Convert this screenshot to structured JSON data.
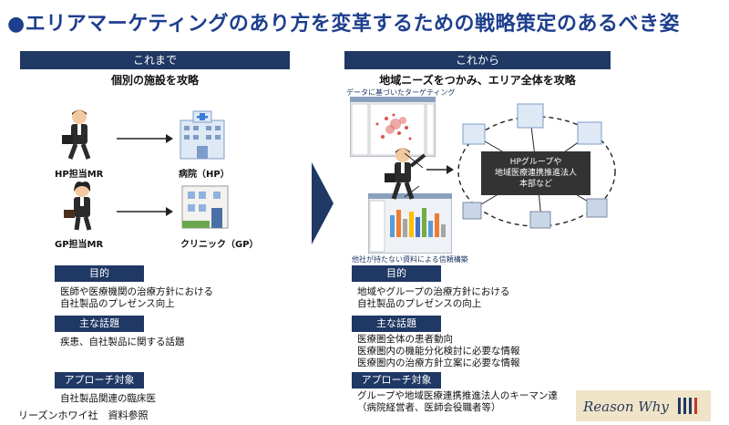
{
  "title": "●エリアマーケティングのあり方を変革するための戦略策定のあるべき姿",
  "left": {
    "header": "これまで",
    "subtitle": "個別の施設を攻略",
    "mr_hp_label": "HP担当MR",
    "mr_gp_label": "GP担当MR",
    "hospital_label": "病院（HP）",
    "clinic_label": "クリニック（GP）",
    "sections": [
      {
        "heading": "目的",
        "lines": [
          "医師や医療機関の治療方針における",
          "自社製品のプレゼンス向上"
        ]
      },
      {
        "heading": "主な話題",
        "lines": [
          "疾患、自社製品に関する話題"
        ]
      },
      {
        "heading": "アプローチ対象",
        "lines": [
          "自社製品関連の臨床医"
        ]
      }
    ]
  },
  "right": {
    "header": "これから",
    "subtitle": "地域ニーズをつかみ、エリア全体を攻略",
    "caption_top": "データに基づいたターゲティング",
    "caption_bottom": "他社が持たない資料による信頼構築",
    "center_box_lines": [
      "HPグループや",
      "地域医療連携推進法人",
      "本部など"
    ],
    "sections": [
      {
        "heading": "目的",
        "lines": [
          "地域やグループの治療方針における",
          "自社製品のプレゼンスの向上"
        ]
      },
      {
        "heading": "主な話題",
        "lines": [
          "医療圏全体の患者動向",
          "医療圏内の機能分化検討に必要な情報",
          "医療圏内の治療方針立案に必要な情報"
        ]
      },
      {
        "heading": "アプローチ対象",
        "lines": [
          "グループや地域医療連携推進法人のキーマン達",
          "（病院経営者、医師会役職者等）"
        ]
      }
    ]
  },
  "source": "リーズンホワイ社　資料参照",
  "logo_text": "Reason Why",
  "colors": {
    "navy": "#1f3864",
    "title_blue": "#1e3f8f",
    "chevron": "#1f3864",
    "box_dark": "#333333"
  }
}
